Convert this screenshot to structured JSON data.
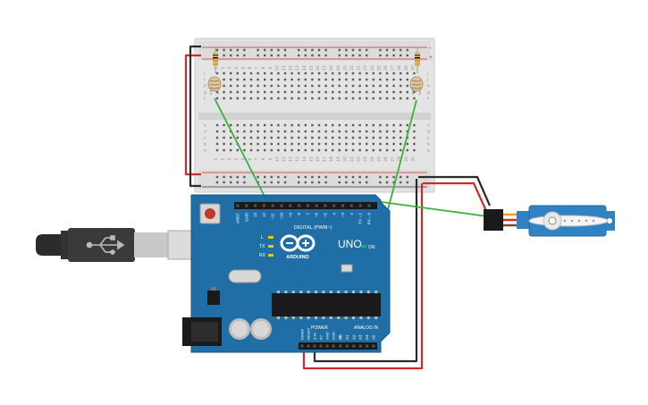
{
  "board": {
    "model": "UNO",
    "brand": "ARDUINO",
    "digital_header_label": "DIGITAL (PWM~)",
    "power_label": "POWER",
    "analog_label": "ANALOG IN",
    "tx_label": "TX",
    "rx_label": "RX",
    "l_label": "L",
    "on_label": "ON",
    "digital_pins": [
      "AREF",
      "GND",
      "13",
      "12",
      "~11",
      "~10",
      "~9",
      "8",
      "7",
      "~6",
      "~5",
      "4",
      "~3",
      "2",
      "TX→1",
      "RX←0"
    ],
    "power_pins": [
      "IOREF",
      "RESET",
      "3.3V",
      "5V",
      "GND",
      "GND",
      "Vin"
    ],
    "analog_pins": [
      "A0",
      "A1",
      "A2",
      "A3",
      "A4",
      "A5"
    ]
  },
  "breadboard": {
    "columns": 30,
    "row_letters_top": [
      "j",
      "i",
      "h",
      "g",
      "f"
    ],
    "row_letters_bottom": [
      "e",
      "d",
      "c",
      "b",
      "a"
    ],
    "rail_plus": "+",
    "rail_minus": "-"
  },
  "components": {
    "usb_cable": "usb-cable",
    "servo": "servo-motor",
    "photoresistors": 2,
    "resistors": 2
  },
  "colors": {
    "board": "#1f6fa6",
    "breadboard": "#e6e6e6",
    "wire_red": "#d22a2a",
    "wire_black": "#2a2a2a",
    "wire_green": "#3fae3f",
    "servo_body": "#2f82c4"
  }
}
